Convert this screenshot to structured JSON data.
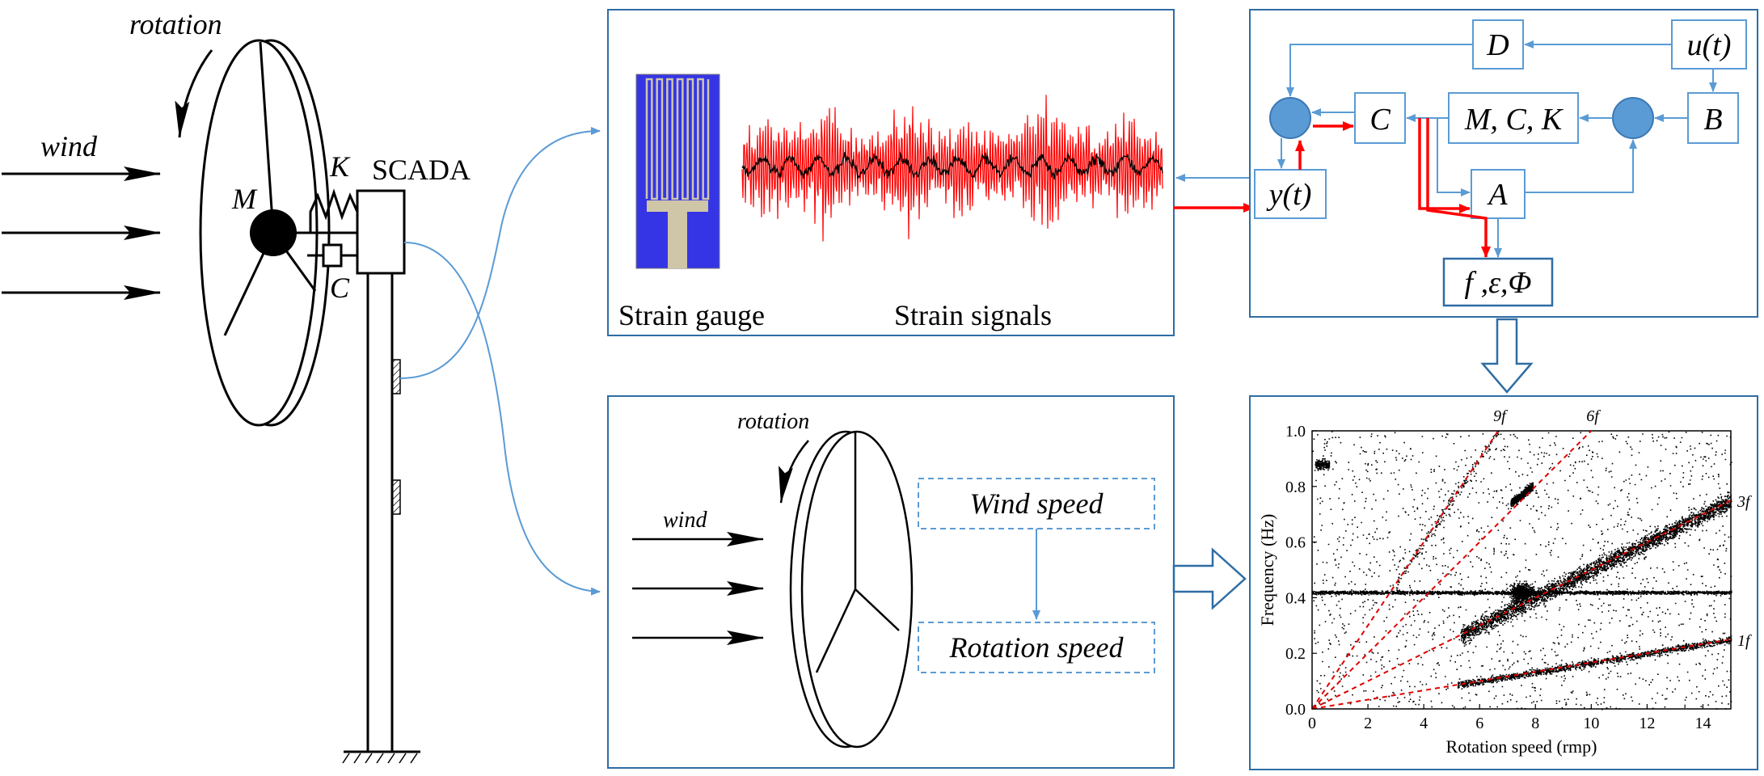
{
  "turbine": {
    "rotation_label": "rotation",
    "wind_label": "wind",
    "mass_label": "M",
    "spring_label": "K",
    "damper_label": "C",
    "scada_label": "SCADA"
  },
  "strain_panel": {
    "gauge_label": "Strain gauge",
    "signal_label": "Strain signals"
  },
  "state_space": {
    "D": "D",
    "u": "u(t)",
    "C": "C",
    "MCK": "M, C, K",
    "B": "B",
    "y": "y(t)",
    "A": "A",
    "output": "f ,ε,Φ"
  },
  "scada_panel": {
    "rotation_label": "rotation",
    "wind_label": "wind",
    "wind_speed": "Wind speed",
    "rotation_speed": "Rotation speed"
  },
  "colors": {
    "panel_border": "#2e6da4",
    "block_border": "#5b9bd5",
    "node_fill": "#5b9bd5",
    "signal_red": "#ff0000",
    "gauge_blue": "#3535e6",
    "gauge_tan": "#cfc6a8",
    "dashed_red": "#e00000"
  },
  "chart_data": {
    "type": "scatter",
    "xlabel": "Rotation speed (rmp)",
    "ylabel": "Frequency (Hz)",
    "xlim": [
      0,
      15
    ],
    "ylim": [
      0,
      1.0
    ],
    "x_ticks": [
      "0",
      "2",
      "4",
      "6",
      "8",
      "10",
      "12",
      "14"
    ],
    "y_ticks": [
      "0.0",
      "0.2",
      "0.4",
      "0.6",
      "0.8",
      "1.0"
    ],
    "grid": false,
    "lines": [
      {
        "label": "1f",
        "harmonic": 1
      },
      {
        "label": "3f",
        "harmonic": 3
      },
      {
        "label": "6f",
        "harmonic": 6
      },
      {
        "label": "9f",
        "harmonic": 9
      }
    ],
    "constant_band_hz": 0.42,
    "slope_hz_per_rpm": 0.01667
  }
}
